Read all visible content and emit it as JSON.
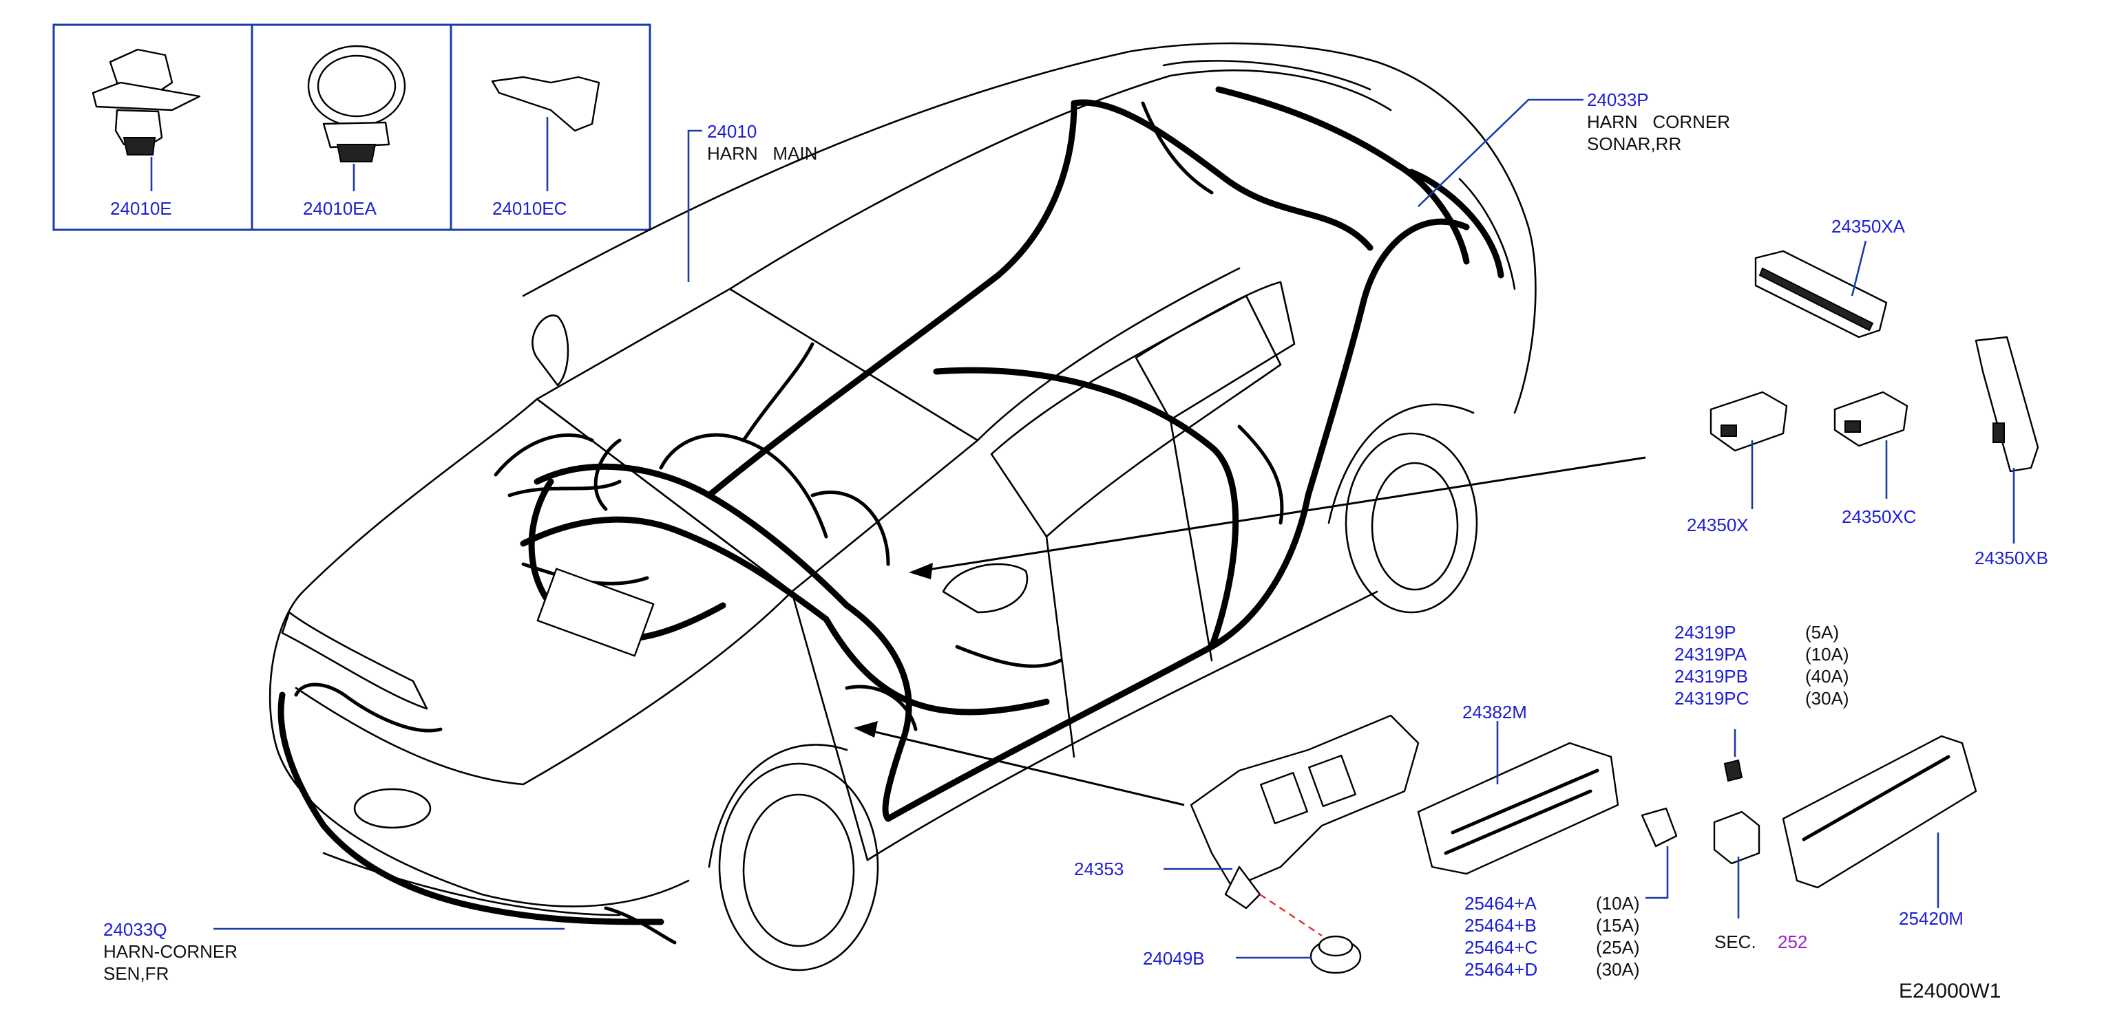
{
  "diagram_code": "E24000W1",
  "inset_parts": [
    {
      "part_no": "24010E"
    },
    {
      "part_no": "24010EA"
    },
    {
      "part_no": "24010EC"
    }
  ],
  "callouts": {
    "harn_main": {
      "part_no": "24010",
      "desc": "HARN   MAIN"
    },
    "harn_corner_rr": {
      "part_no": "24033P",
      "desc_line1": "HARN   CORNER",
      "desc_line2": "SONAR,RR"
    },
    "harn_corner_fr": {
      "part_no": "24033Q",
      "desc_line1": "HARN-CORNER",
      "desc_line2": "SEN,FR"
    },
    "p24350xa": {
      "part_no": "24350XA"
    },
    "p24350x": {
      "part_no": "24350X"
    },
    "p24350xc": {
      "part_no": "24350XC"
    },
    "p24350xb": {
      "part_no": "24350XB"
    },
    "p24382m": {
      "part_no": "24382M"
    },
    "p24353": {
      "part_no": "24353"
    },
    "p24049b": {
      "part_no": "24049B"
    },
    "p25420m": {
      "part_no": "25420M"
    },
    "sec": {
      "prefix": "SEC.",
      "number": "252"
    }
  },
  "fuse_list_24319": [
    {
      "part_no": "24319P",
      "rating": "(5A)"
    },
    {
      "part_no": "24319PA",
      "rating": "(10A)"
    },
    {
      "part_no": "24319PB",
      "rating": "(40A)"
    },
    {
      "part_no": "24319PC",
      "rating": "(30A)"
    }
  ],
  "fuse_list_25464": [
    {
      "part_no": "25464+A",
      "rating": "(10A)"
    },
    {
      "part_no": "25464+B",
      "rating": "(15A)"
    },
    {
      "part_no": "25464+C",
      "rating": "(25A)"
    },
    {
      "part_no": "25464+D",
      "rating": "(30A)"
    }
  ]
}
